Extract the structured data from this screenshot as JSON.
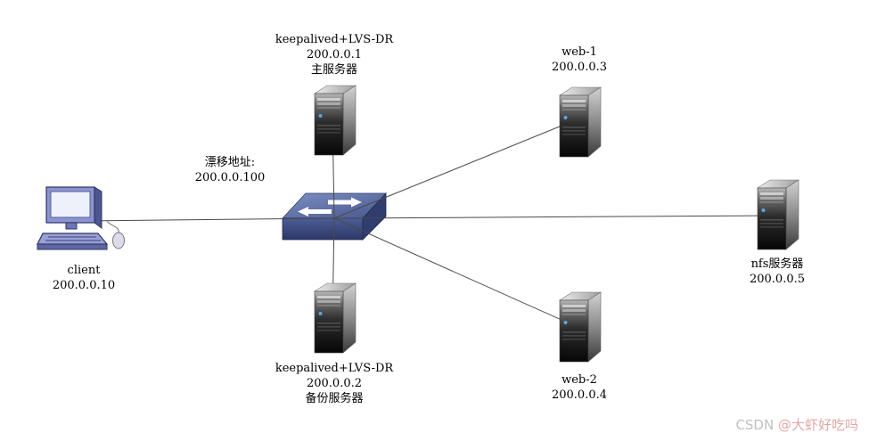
{
  "nodes": {
    "master": {
      "lines": [
        "keepalived+LVS-DR",
        "200.0.0.1",
        "主服务器"
      ]
    },
    "web1": {
      "lines": [
        "web-1",
        "200.0.0.3"
      ]
    },
    "nfs": {
      "lines": [
        "nfs服务器",
        "200.0.0.5"
      ]
    },
    "backup": {
      "lines": [
        "keepalived+LVS-DR",
        "200.0.0.2",
        "备份服务器"
      ]
    },
    "web2": {
      "lines": [
        "web-2",
        "200.0.0.4"
      ]
    },
    "client": {
      "lines": [
        "client",
        "200.0.0.10"
      ]
    }
  },
  "annotations": {
    "float_address": {
      "lines": [
        "漂移地址:",
        "200.0.0.100"
      ]
    }
  },
  "watermark": {
    "brand": "CSDN ",
    "user": "@大虾好吃吗"
  },
  "colors": {
    "connection_line": "#4a4a4a",
    "switch_top": "#6b7db8",
    "switch_front": "#3a477c",
    "server_led": "#58a6e8",
    "client_body": "#8b94cf",
    "watermark_brand": "#c0c0c0",
    "watermark_user": "#e0a8a8"
  }
}
